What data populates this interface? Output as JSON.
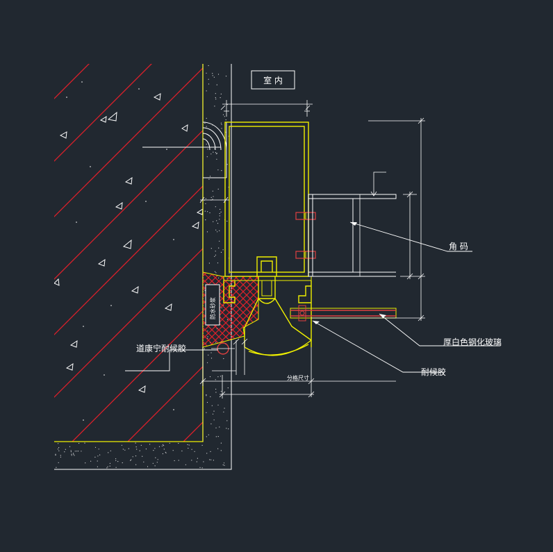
{
  "labels": {
    "indoor": "室 内",
    "angle_code": "角 码",
    "glass": "厚白色钢化玻璃",
    "weather_sealant": "耐候胶",
    "dow_sealant": "道康宁耐候胶",
    "waterproof_mortar": "防水砂浆",
    "joint_size": "分格尺寸"
  },
  "colors": {
    "background": "#212830",
    "concrete_hatch": "#e0202a",
    "profile": "#f0f000",
    "dimension": "#ffffff",
    "sealant_fill": "#d02020"
  }
}
